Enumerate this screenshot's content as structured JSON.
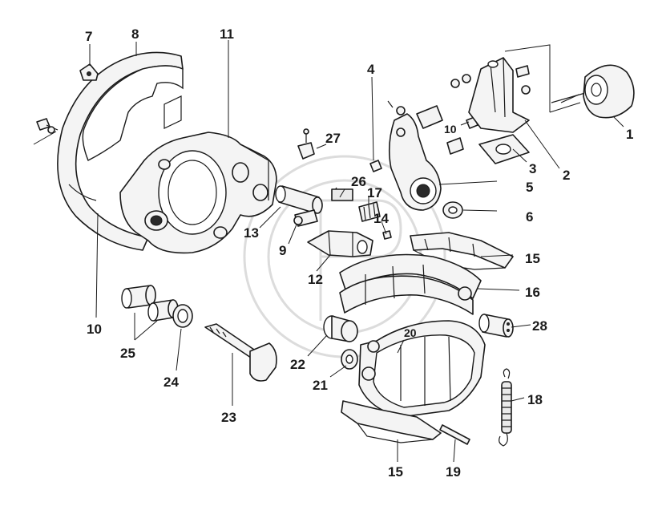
{
  "callouts": [
    {
      "id": "c1",
      "text": "1"
    },
    {
      "id": "c2",
      "text": "2"
    },
    {
      "id": "c3",
      "text": "3"
    },
    {
      "id": "c4",
      "text": "4"
    },
    {
      "id": "c5",
      "text": "5"
    },
    {
      "id": "c6",
      "text": "6"
    },
    {
      "id": "c7",
      "text": "7"
    },
    {
      "id": "c8",
      "text": "8"
    },
    {
      "id": "c9",
      "text": "9"
    },
    {
      "id": "c10a",
      "text": "10"
    },
    {
      "id": "c10b",
      "text": "10"
    },
    {
      "id": "c11",
      "text": "11"
    },
    {
      "id": "c12",
      "text": "12"
    },
    {
      "id": "c13",
      "text": "13"
    },
    {
      "id": "c14",
      "text": "14"
    },
    {
      "id": "c15a",
      "text": "15"
    },
    {
      "id": "c15b",
      "text": "15"
    },
    {
      "id": "c16",
      "text": "16"
    },
    {
      "id": "c17",
      "text": "17"
    },
    {
      "id": "c18",
      "text": "18"
    },
    {
      "id": "c19",
      "text": "19"
    },
    {
      "id": "c20",
      "text": "20"
    },
    {
      "id": "c21",
      "text": "21"
    },
    {
      "id": "c22",
      "text": "22"
    },
    {
      "id": "c23",
      "text": "23"
    },
    {
      "id": "c24",
      "text": "24"
    },
    {
      "id": "c25",
      "text": "25"
    },
    {
      "id": "c26",
      "text": "26"
    },
    {
      "id": "c27",
      "text": "27"
    },
    {
      "id": "c28",
      "text": "28"
    }
  ]
}
